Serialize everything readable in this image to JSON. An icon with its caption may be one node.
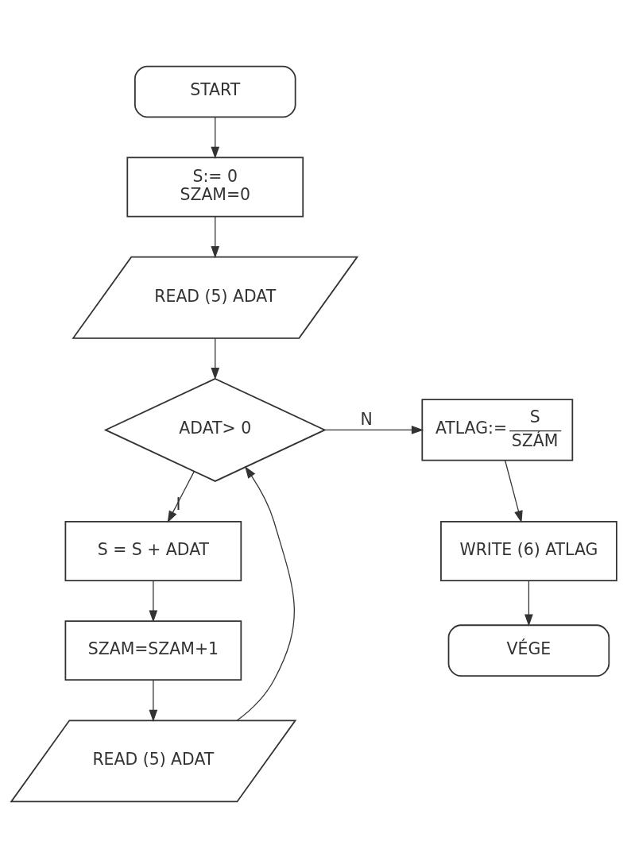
{
  "diagram": {
    "nodes": [
      {
        "text": [
          "START"
        ]
      },
      {
        "text": [
          "S:= 0",
          "SZAM=0"
        ]
      },
      {
        "text": [
          "READ (5) ADAT"
        ]
      },
      {
        "text": [
          "ADAT> 0"
        ]
      },
      {
        "text": [
          "ATLAG:=",
          "S",
          "SZÁM"
        ]
      },
      {
        "text": [
          "WRITE (6) ATLAG"
        ]
      },
      {
        "text": [
          "VÉGE"
        ]
      },
      {
        "text": [
          "S = S + ADAT"
        ]
      },
      {
        "text": [
          "SZAM=SZAM+1"
        ]
      },
      {
        "text": [
          "READ (5) ADAT"
        ]
      }
    ],
    "edges": [
      {
        "from": 0,
        "to": 1,
        "arrow": "to"
      },
      {
        "from": 1,
        "to": 2,
        "arrow": "to"
      },
      {
        "from": 2,
        "to": 3,
        "arrow": "to"
      },
      {
        "from": 3,
        "to": 4,
        "arrow": "to",
        "label": "N"
      },
      {
        "from": 4,
        "to": 5,
        "arrow": "to"
      },
      {
        "from": 5,
        "to": 6,
        "arrow": "to"
      },
      {
        "from": 3,
        "to": 7,
        "arrow": "to",
        "label": "I"
      },
      {
        "from": 7,
        "to": 8,
        "arrow": "to"
      },
      {
        "from": 8,
        "to": 9,
        "arrow": "to"
      },
      {
        "from": 9,
        "to": 3,
        "arrow": "to"
      }
    ]
  }
}
